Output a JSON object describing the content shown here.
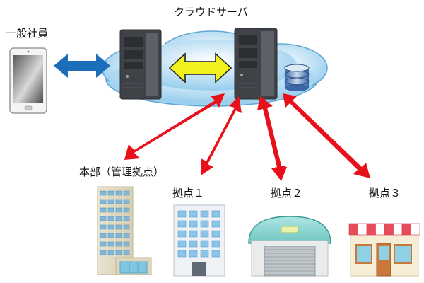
{
  "title": "クラウドサーバ",
  "employee_label": "一般社員",
  "sites": {
    "hq": "本部（管理拠点）",
    "site1": "拠点１",
    "site2": "拠点２",
    "site3": "拠点３"
  },
  "colors": {
    "cloud": "#8ec9ec",
    "server": "#4a4f55",
    "sync_arrow": "#f2f21e",
    "employee_arrow": "#1a6fb8",
    "site_arrow": "#e8101a"
  }
}
